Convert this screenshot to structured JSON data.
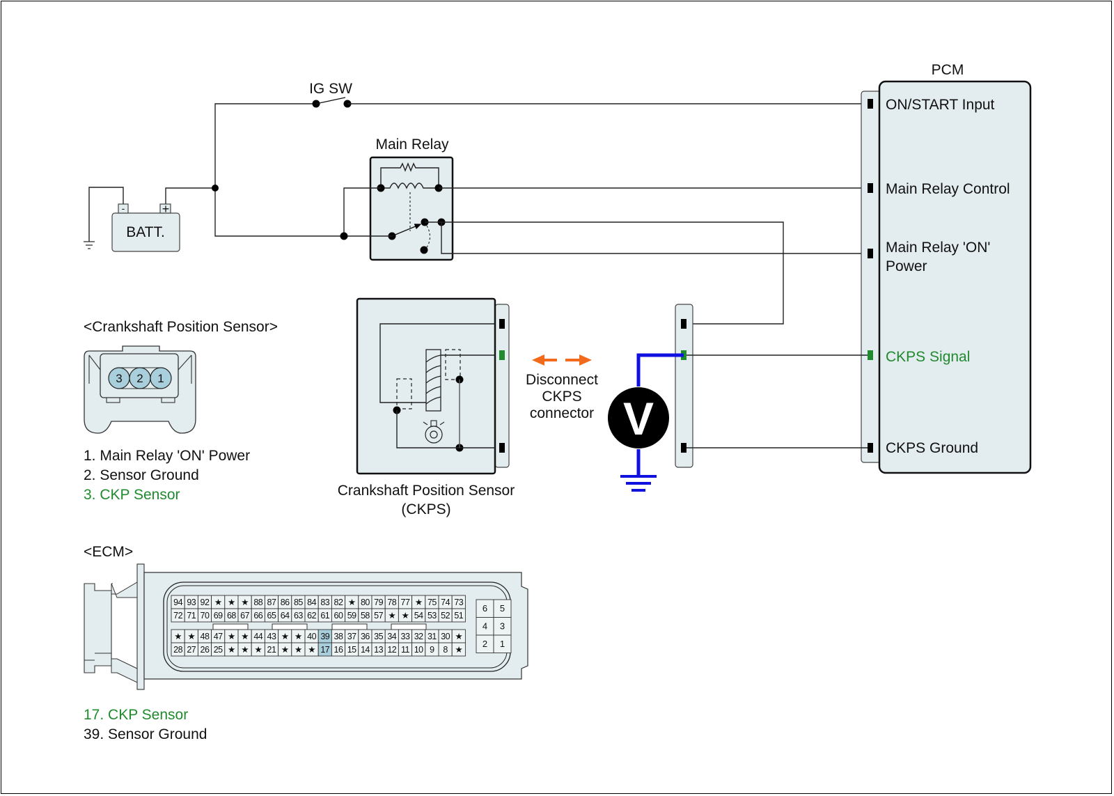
{
  "components": {
    "battery": {
      "label": "BATT.",
      "neg_symbol": "-",
      "pos_symbol": "+"
    },
    "ig_switch": {
      "label": "IG SW"
    },
    "main_relay": {
      "label": "Main Relay"
    },
    "pcm": {
      "label": "PCM",
      "pins": [
        {
          "label": "ON/START Input",
          "highlight": false
        },
        {
          "label": "Main Relay Control",
          "highlight": false
        },
        {
          "label": "Main Relay 'ON'",
          "label_line2": "Power",
          "highlight": false
        },
        {
          "label": "CKPS Signal",
          "highlight": true
        },
        {
          "label": "CKPS Ground",
          "highlight": false
        }
      ]
    },
    "ckps": {
      "label_line1": "Crankshaft Position Sensor",
      "label_line2": "(CKPS)"
    },
    "instruction": {
      "line1": "Disconnect",
      "line2": "CKPS",
      "line3": "connector"
    },
    "voltmeter": {
      "symbol": "V"
    }
  },
  "ckp_connector": {
    "title": "<Crankshaft Position Sensor>",
    "pins_display": [
      "3",
      "2",
      "1"
    ],
    "legend": [
      {
        "text": "1. Main Relay 'ON' Power",
        "highlight": false
      },
      {
        "text": "2. Sensor Ground",
        "highlight": false
      },
      {
        "text": "3. CKP Sensor",
        "highlight": true
      }
    ]
  },
  "ecm_connector": {
    "title": "<ECM>",
    "rows": [
      [
        "94",
        "93",
        "92",
        "★",
        "★",
        "★",
        "88",
        "87",
        "86",
        "85",
        "84",
        "83",
        "82",
        "★",
        "80",
        "79",
        "78",
        "77",
        "★",
        "75",
        "74",
        "73"
      ],
      [
        "72",
        "71",
        "70",
        "69",
        "68",
        "67",
        "66",
        "65",
        "64",
        "63",
        "62",
        "61",
        "60",
        "59",
        "58",
        "57",
        "★",
        "★",
        "54",
        "53",
        "52",
        "51"
      ],
      [
        "★",
        "★",
        "48",
        "47",
        "★",
        "★",
        "44",
        "43",
        "★",
        "★",
        "40",
        "39",
        "38",
        "37",
        "36",
        "35",
        "34",
        "33",
        "32",
        "31",
        "30",
        "★"
      ],
      [
        "28",
        "27",
        "26",
        "25",
        "★",
        "★",
        "★",
        "21",
        "★",
        "★",
        "★",
        "17",
        "16",
        "15",
        "14",
        "13",
        "12",
        "11",
        "10",
        "9",
        "8",
        "★"
      ]
    ],
    "highlighted_pins": [
      "39",
      "17"
    ],
    "aux_block": [
      [
        "6",
        "5"
      ],
      [
        "4",
        "3"
      ],
      [
        "2",
        "1"
      ]
    ],
    "legend": [
      {
        "text": "17. CKP Sensor",
        "highlight": true
      },
      {
        "text": "39. Sensor Ground",
        "highlight": false
      }
    ]
  },
  "colors": {
    "signal_green": "#1f8a2e",
    "meter_lead_blue": "#1010e0",
    "arrow_orange": "#f26a1b",
    "component_fill": "#e3ecee",
    "pin_highlight": "#a9cfdc"
  }
}
